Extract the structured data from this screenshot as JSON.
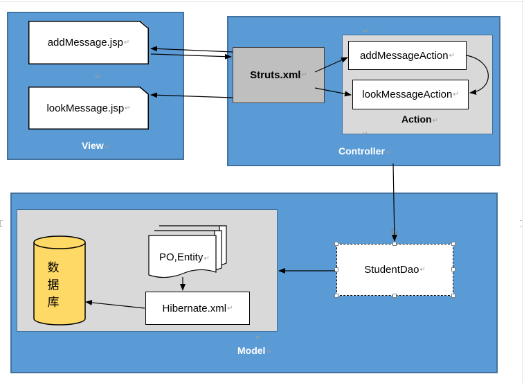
{
  "view": {
    "label": "View",
    "add_jsp": "addMessage.jsp",
    "look_jsp": "lookMessage.jsp"
  },
  "controller": {
    "label": "Controller",
    "struts": "Struts.xml",
    "action_label": "Action",
    "add_action": "addMessageAction",
    "look_action": "lookMessageAction"
  },
  "model": {
    "label": "Model",
    "po_entity": "PO,Entity",
    "hibernate": "Hibernate.xml",
    "student_dao": "StudentDao",
    "database": [
      "数",
      "据",
      "库"
    ]
  },
  "marks": {
    "paragraph": "↵"
  },
  "colors": {
    "panel": "#5b9bd5",
    "panel_border": "#41719c",
    "inner": "#d9d9d9",
    "struts": "#bfbfbf",
    "database": "#ffd966"
  }
}
